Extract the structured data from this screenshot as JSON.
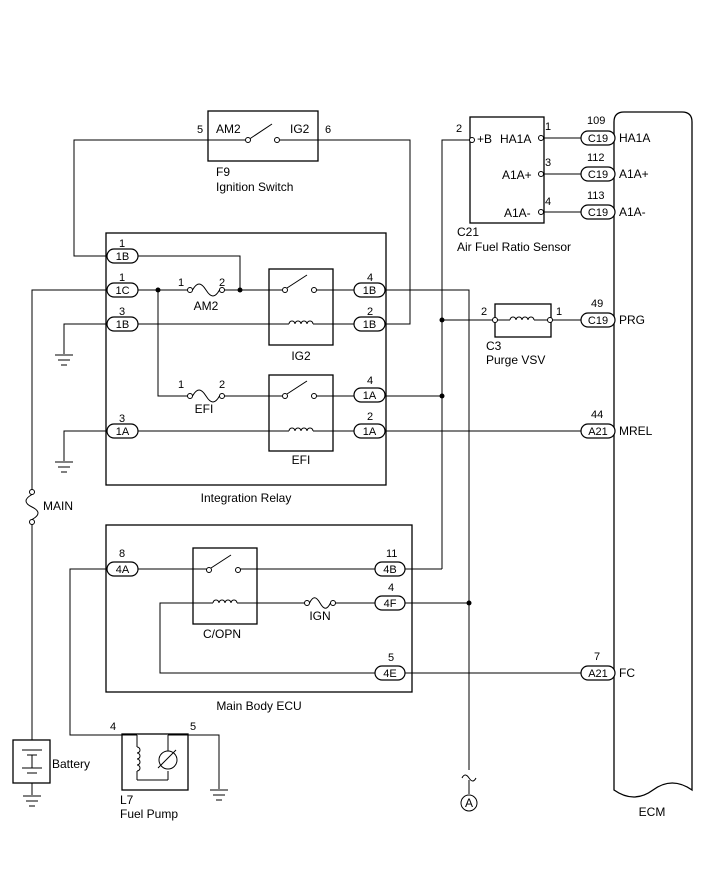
{
  "ignition_switch": {
    "ref": "F9",
    "name": "Ignition Switch",
    "left_label": "AM2",
    "right_label": "IG2",
    "left_pin": "5",
    "right_pin": "6"
  },
  "integration_relay": {
    "name": "Integration Relay",
    "fuse_am2": "AM2",
    "fuse_efi": "EFI",
    "relay_ig2": "IG2",
    "relay_efi": "EFI",
    "fuse_am2_pin_left": "1",
    "fuse_am2_pin_right": "2",
    "fuse_efi_pin_left": "1",
    "fuse_efi_pin_right": "2",
    "conn_left": [
      {
        "pin": "1",
        "code": "1B"
      },
      {
        "pin": "1",
        "code": "1C"
      },
      {
        "pin": "3",
        "code": "1B"
      },
      {
        "pin": "3",
        "code": "1A"
      }
    ],
    "conn_right": [
      {
        "pin": "4",
        "code": "1B"
      },
      {
        "pin": "2",
        "code": "1B"
      },
      {
        "pin": "4",
        "code": "1A"
      },
      {
        "pin": "2",
        "code": "1A"
      }
    ]
  },
  "af_sensor": {
    "ref": "C21",
    "name": "Air Fuel Ratio Sensor",
    "plus_b_pin": "2",
    "plus_b_label": "+B",
    "terminals": [
      {
        "label": "HA1A",
        "pin": "1"
      },
      {
        "label": "A1A+",
        "pin": "3"
      },
      {
        "label": "A1A-",
        "pin": "4"
      }
    ]
  },
  "purge_vsv": {
    "ref": "C3",
    "name": "Purge VSV",
    "pin_left": "2",
    "pin_right": "1"
  },
  "ecm": {
    "name": "ECM",
    "terminals": [
      {
        "num": "109",
        "code": "C19",
        "label": "HA1A"
      },
      {
        "num": "112",
        "code": "C19",
        "label": "A1A+"
      },
      {
        "num": "113",
        "code": "C19",
        "label": "A1A-"
      },
      {
        "num": "49",
        "code": "C19",
        "label": "PRG"
      },
      {
        "num": "44",
        "code": "A21",
        "label": "MREL"
      },
      {
        "num": "7",
        "code": "A21",
        "label": "FC"
      }
    ]
  },
  "main_fuse": "MAIN",
  "main_body_ecu": {
    "name": "Main Body ECU",
    "relay": "C/OPN",
    "fuse": "IGN",
    "conn_left": {
      "pin": "8",
      "code": "4A"
    },
    "conn_right": [
      {
        "pin": "11",
        "code": "4B"
      },
      {
        "pin": "4",
        "code": "4F"
      },
      {
        "pin": "5",
        "code": "4E"
      }
    ]
  },
  "battery": "Battery",
  "fuel_pump": {
    "ref": "L7",
    "name": "Fuel Pump",
    "pin_left": "4",
    "pin_right": "5"
  },
  "continuation": "A"
}
